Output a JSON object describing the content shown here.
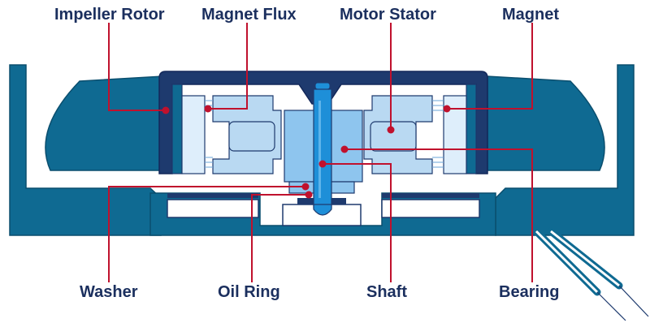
{
  "labels": {
    "impeller_rotor": "Impeller Rotor",
    "magnet_flux": "Magnet Flux",
    "motor_stator": "Motor Stator",
    "magnet": "Magnet",
    "washer": "Washer",
    "oil_ring": "Oil Ring",
    "shaft": "Shaft",
    "bearing": "Bearing"
  },
  "colors": {
    "label_text": "#1b2f5e",
    "leader": "#c0112d",
    "housing": "#0f6a92",
    "rotor_cap": "#1e3a6e",
    "light_blue": "#b9d9f2",
    "pale_blue": "#deeefb",
    "mid_blue": "#8ec5ee",
    "shaft": "#1e8fd8",
    "outline": "#1e3a6e"
  }
}
